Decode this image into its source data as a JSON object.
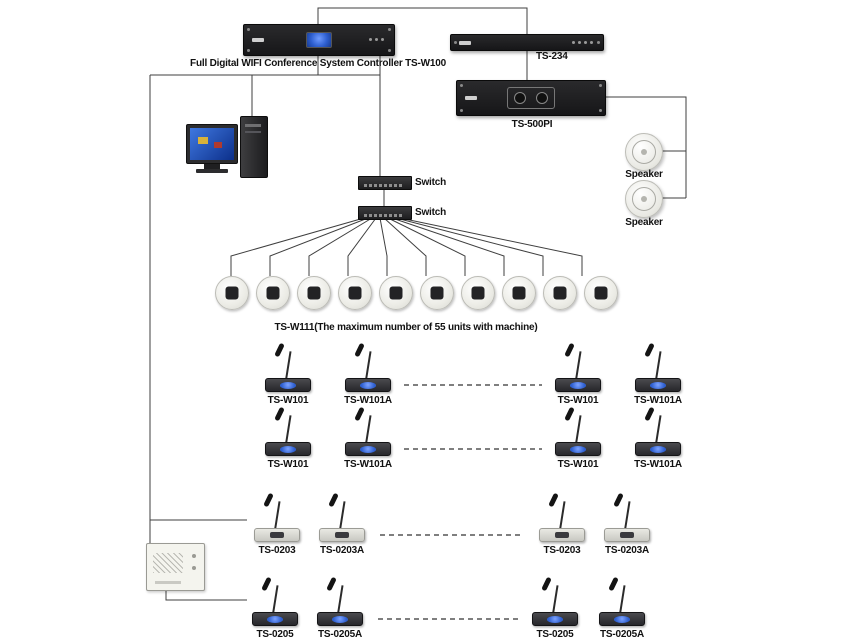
{
  "devices": {
    "controller": {
      "label": "Full Digital WIFI Conference System Controller TS-W100"
    },
    "ts234": {
      "label": "TS-234"
    },
    "ts500pi": {
      "label": "TS-500PI"
    },
    "speaker_top": {
      "label": "Speaker"
    },
    "speaker_bottom": {
      "label": "Speaker"
    },
    "switch_top": {
      "label": "Switch"
    },
    "switch_bottom": {
      "label": "Switch"
    },
    "ceiling_row": {
      "label": "TS-W111(The maximum number of 55 units with machine)",
      "unit_count": 10
    }
  },
  "mic_rows": [
    {
      "labels": [
        "TS-W101",
        "TS-W101A",
        "TS-W101",
        "TS-W101A"
      ]
    },
    {
      "labels": [
        "TS-W101",
        "TS-W101A",
        "TS-W101",
        "TS-W101A"
      ]
    },
    {
      "labels": [
        "TS-0203",
        "TS-0203A",
        "TS-0203",
        "TS-0203A"
      ]
    },
    {
      "labels": [
        "TS-0205",
        "TS-0205A",
        "TS-0205",
        "TS-0205A"
      ]
    }
  ],
  "colors": {
    "wire": "#3f3f3f",
    "screen_blue": "#2e5fd0",
    "label_text": "#111111",
    "background": "#ffffff"
  }
}
